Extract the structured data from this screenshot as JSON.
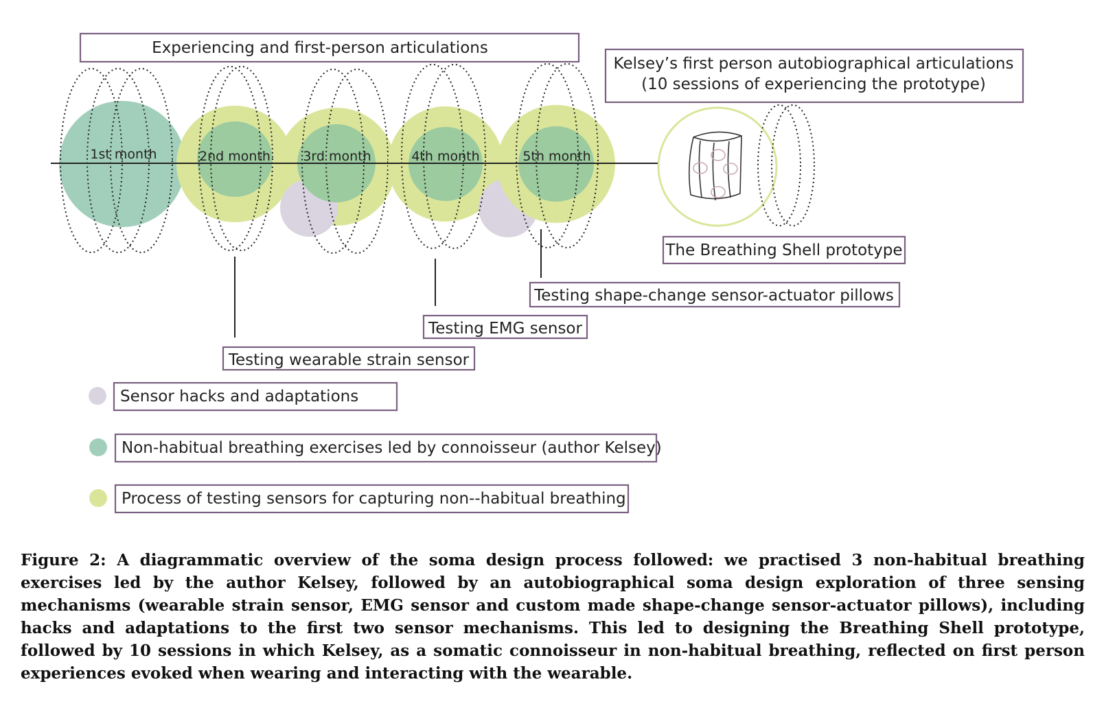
{
  "diagram": {
    "top_label": "Experiencing and first-person articulations",
    "kelsey_label_line1": "Kelsey’s first person autobiographical articulations",
    "kelsey_label_line2": "(10 sessions of experiencing the prototype)",
    "months": [
      "1st month",
      "2nd month",
      "3rd month",
      "4th month",
      "5th month"
    ],
    "prototype_label": "The Breathing Shell prototype",
    "testing_labels": {
      "pillows": "Testing shape-change sensor-actuator pillows",
      "emg": "Testing EMG sensor",
      "strain": "Testing wearable strain sensor"
    },
    "legend": [
      {
        "label": "Sensor hacks and adaptations",
        "color": "#d9d4e0"
      },
      {
        "label": "Non-habitual breathing exercises led by connoisseur (author Kelsey)",
        "color": "#a2cfbc"
      },
      {
        "label": "Process of testing sensors for capturing non--habitual breathing",
        "color": "#dbe59a"
      }
    ],
    "colors": {
      "teal": "#a2cfbc",
      "teal_inner": "#9ccb9f",
      "lime": "#dbe59a",
      "lavender": "#d9d4e0",
      "box_border": "#7a5f80"
    }
  },
  "caption": "Figure 2: A diagrammatic overview of the soma design process followed: we practised 3 non-habitual breathing exercises led by the author Kelsey, followed by an autobiographical soma design exploration of three sensing mechanisms (wearable strain sensor, EMG sensor and custom made shape-change sensor-actuator pillows), including hacks and adaptations to the first two sensor mechanisms. This led to designing the Breathing Shell prototype, followed by 10 sessions in which Kelsey, as a somatic connoisseur in non-habitual breathing, reflected on first person experiences evoked when wearing and interacting with the wearable."
}
